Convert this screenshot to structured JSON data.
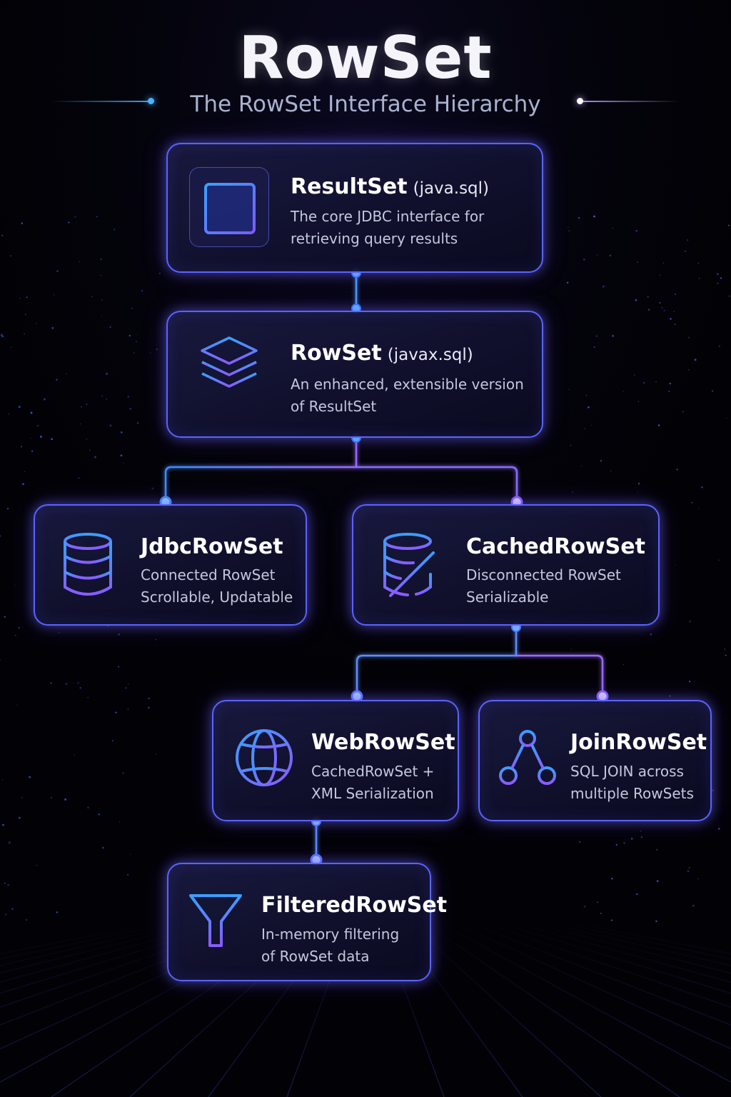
{
  "header": {
    "title": "RowSet",
    "subtitle": "The RowSet Interface Hierarchy"
  },
  "nodes": {
    "resultset": {
      "name": "ResultSet",
      "package": "(java.sql)",
      "desc_line1": "The core JDBC interface for",
      "desc_line2": "retrieving query results",
      "icon": "table-grid-icon"
    },
    "rowset": {
      "name": "RowSet",
      "package": "(javax.sql)",
      "desc_line1": "An enhanced, extensible version",
      "desc_line2": "of ResultSet",
      "icon": "layers-icon"
    },
    "jdbcrowset": {
      "name": "JdbcRowSet",
      "desc_line1": "Connected RowSet",
      "desc_line2": "Scrollable, Updatable",
      "icon": "database-icon"
    },
    "cachedrowset": {
      "name": "CachedRowSet",
      "desc_line1": "Disconnected RowSet",
      "desc_line2": "Serializable",
      "icon": "database-disconnected-icon"
    },
    "webrowset": {
      "name": "WebRowSet",
      "desc_line1": "CachedRowSet +",
      "desc_line2": "XML Serialization",
      "icon": "globe-icon"
    },
    "joinrowset": {
      "name": "JoinRowSet",
      "desc_line1": "SQL JOIN across",
      "desc_line2": "multiple RowSets",
      "icon": "join-graph-icon"
    },
    "filteredrowset": {
      "name": "FilteredRowSet",
      "desc_line1": "In-memory filtering",
      "desc_line2": "of RowSet data",
      "icon": "filter-funnel-icon"
    }
  },
  "edges": [
    {
      "from": "ResultSet",
      "to": "RowSet"
    },
    {
      "from": "RowSet",
      "to": "JdbcRowSet"
    },
    {
      "from": "RowSet",
      "to": "CachedRowSet"
    },
    {
      "from": "CachedRowSet",
      "to": "WebRowSet"
    },
    {
      "from": "CachedRowSet",
      "to": "JoinRowSet"
    },
    {
      "from": "WebRowSet",
      "to": "FilteredRowSet"
    }
  ],
  "colors": {
    "background": "#020206",
    "accent_blue": "#3f8cff",
    "accent_violet": "#8a5cff",
    "border": "#5b63ff"
  }
}
